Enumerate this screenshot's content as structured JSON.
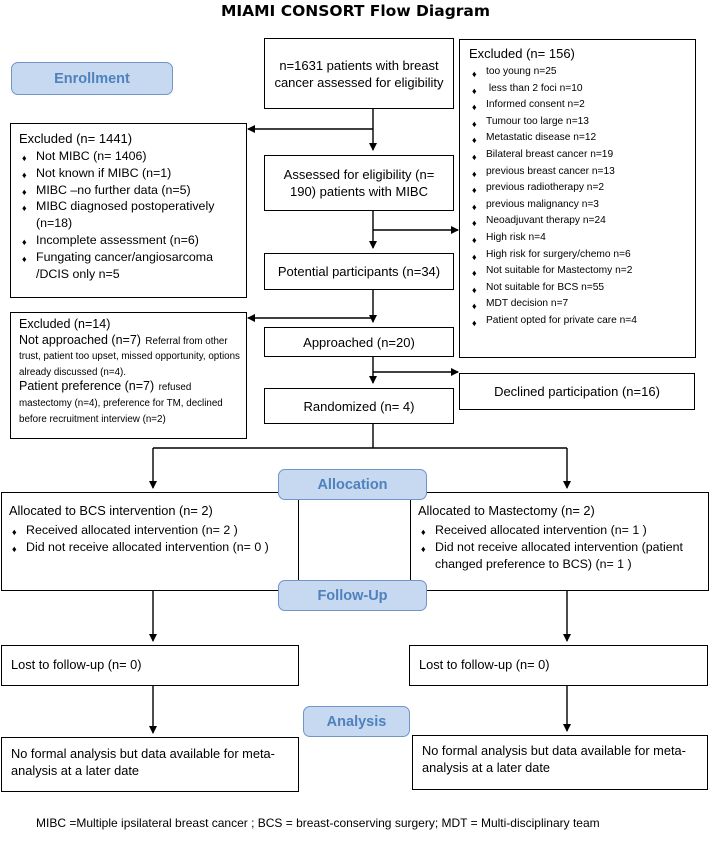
{
  "title": "MIAMI CONSORT Flow Diagram",
  "stages": {
    "enrollment": "Enrollment",
    "allocation": "Allocation",
    "follow_up": "Follow-Up",
    "analysis": "Analysis"
  },
  "assessed_total": "n=1631 patients with breast cancer assessed for eligibility",
  "excluded_156": {
    "heading": "Excluded (n= 156)",
    "items": [
      "too young n=25",
      " less than 2 foci n=10",
      "Informed consent n=2",
      "Tumour too large n=13",
      "Metastatic disease n=12",
      "Bilateral breast cancer n=19",
      "previous breast cancer n=13",
      "previous radiotherapy n=2",
      "previous malignancy n=3",
      "Neoadjuvant therapy n=24",
      "High risk n=4",
      "High risk for surgery/chemo n=6",
      "Not suitable for Mastectomy n=2",
      "Not suitable for BCS n=55",
      "MDT decision n=7",
      "Patient opted for private care n=4"
    ]
  },
  "excluded_1441": {
    "heading": "Excluded (n= 1441)",
    "items": [
      "Not MIBC (n= 1406)",
      "Not known if MIBC (n=1)",
      "MIBC –no further data (n=5)",
      "MIBC diagnosed postoperatively (n=18)",
      "Incomplete assessment (n=6)",
      "Fungating cancer/angiosarcoma /DCIS only n=5"
    ]
  },
  "assessed_mibc": "Assessed for eligibility (n= 190) patients with MIBC",
  "potential": "Potential participants (n=34)",
  "excluded_14": {
    "heading": "Excluded (n=14)",
    "not_approached_label": "Not approached (n=7)",
    "not_approached_detail": "Referral from other trust, patient too upset, missed opportunity, options already discussed (n=4).",
    "preference_label": "Patient preference (n=7)",
    "preference_detail": "refused mastectomy (n=4), preference for TM, declined before recruitment interview (n=2)"
  },
  "approached": "Approached (n=20)",
  "declined": "Declined participation (n=16)",
  "randomized": "Randomized (n= 4)",
  "bcs_arm": {
    "heading": "Allocated to BCS intervention (n= 2)",
    "items": [
      "Received allocated intervention (n= 2 )",
      "Did not receive allocated intervention (n= 0 )"
    ],
    "lost": "Lost to follow-up (n= 0)",
    "analysis": "No formal analysis but data available for meta-analysis at a later date"
  },
  "mastectomy_arm": {
    "heading": "Allocated to Mastectomy (n= 2)",
    "items": [
      "Received allocated intervention (n= 1 )",
      "Did not receive allocated intervention (patient changed preference to BCS) (n= 1 )"
    ],
    "lost": "Lost to follow-up (n= 0)",
    "analysis": "No formal analysis but data available for meta-analysis at a later date"
  },
  "footnote": "MIBC =Multiple ipsilateral breast cancer ; BCS = breast-conserving surgery; MDT = Multi-disciplinary team"
}
